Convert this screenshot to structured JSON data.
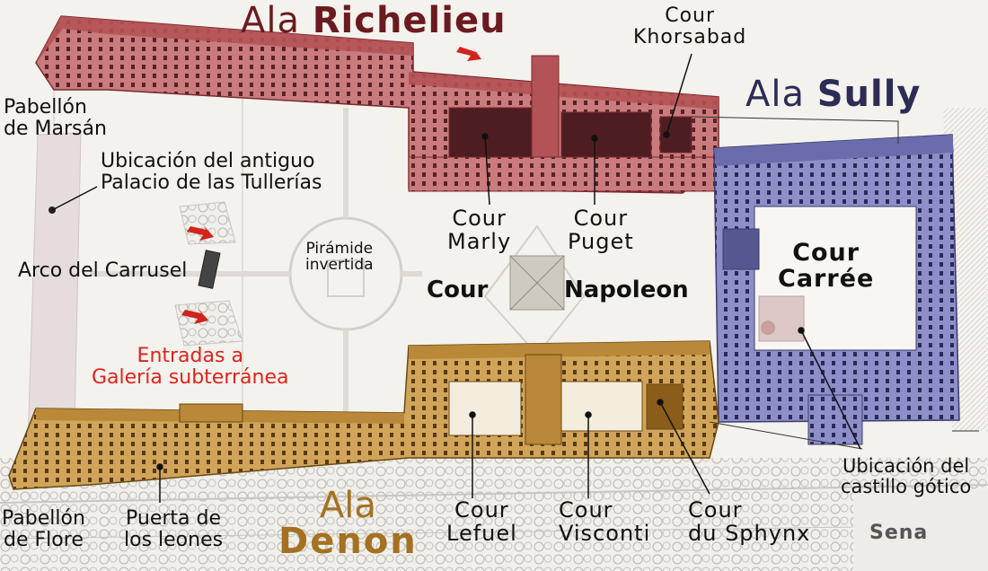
{
  "colors": {
    "richelieu": "#c56b6f",
    "richelieu_text": "#6b1b20",
    "sully": "#7e7fbd",
    "sully_text": "#2c2c55",
    "denon": "#c99b4c",
    "denon_text": "#a57021",
    "entrance_text": "#e0231c",
    "arrow": "#d0241c",
    "river_text": "#555555"
  },
  "wings": {
    "richelieu": {
      "prefix": "Ala",
      "name": "Richelieu"
    },
    "sully": {
      "prefix": "Ala",
      "name": "Sully"
    },
    "denon": {
      "prefix": "Ala",
      "name": "Denon"
    }
  },
  "labels": {
    "pabellon_marsan": [
      "Pabellón",
      "de Marsán"
    ],
    "tullerias": [
      "Ubicación del antiguo",
      "Palacio de las Tullerías"
    ],
    "arco": "Arco del Carrusel",
    "entradas": [
      "Entradas a",
      "Galería subterránea"
    ],
    "piramide": [
      "Pirámide",
      "invertida"
    ],
    "cour_napoleon": [
      "Cour",
      "Napoleon"
    ],
    "cour_khorsabad": [
      "Cour",
      "Khorsabad"
    ],
    "cour_marly": [
      "Cour",
      "Marly"
    ],
    "cour_puget": [
      "Cour",
      "Puget"
    ],
    "cour_carree": [
      "Cour",
      "Carrée"
    ],
    "castillo": [
      "Ubicación del",
      "castillo gótico"
    ],
    "cour_lefuel": [
      "Cour",
      "Lefuel"
    ],
    "cour_visconti": [
      "Cour",
      "Visconti"
    ],
    "cour_sphynx": [
      "Cour",
      "du Sphynx"
    ],
    "pabellon_flore": [
      "Pabellón",
      "de Flore"
    ],
    "puerta_leones": [
      "Puerta de",
      "los leones"
    ],
    "sena": "Sena"
  }
}
